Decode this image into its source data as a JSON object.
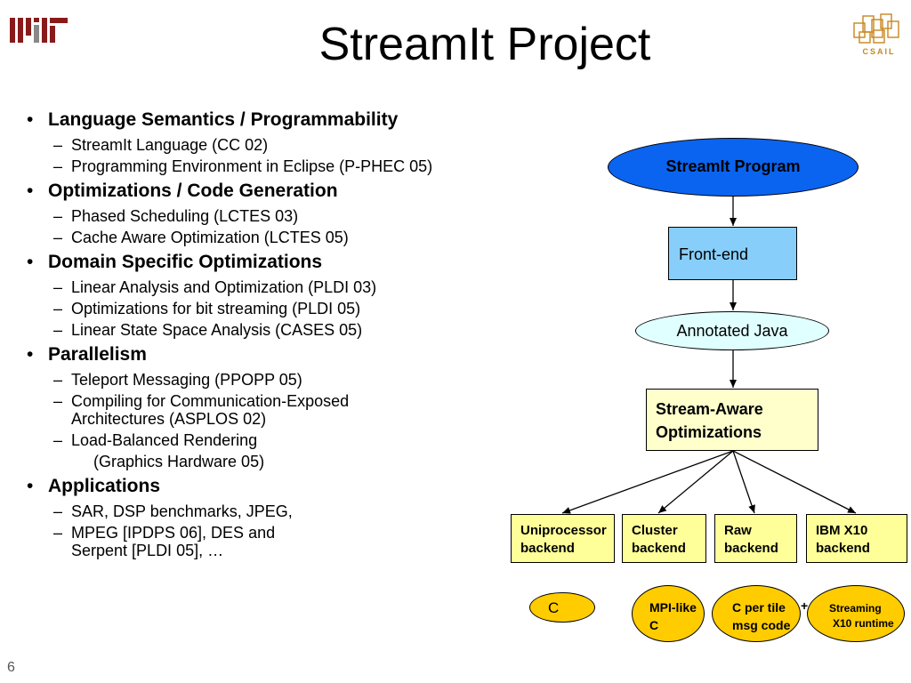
{
  "slide": {
    "title": "StreamIt Project",
    "number": "6",
    "mit_logo_text": "MIT",
    "csail_logo_text": "CSAIL"
  },
  "bullets": [
    {
      "label": "Language Semantics / Programmability",
      "items": [
        "StreamIt Language (CC 02)",
        "Programming Environment in Eclipse (P-PHEC 05)"
      ]
    },
    {
      "label": "Optimizations / Code Generation",
      "items": [
        "Phased Scheduling (LCTES 03)",
        "Cache Aware Optimization (LCTES 05)"
      ]
    },
    {
      "label": "Domain Specific Optimizations",
      "items": [
        "Linear Analysis and Optimization (PLDI 03)",
        "Optimizations for bit streaming (PLDI 05)",
        "Linear State Space Analysis (CASES 05)"
      ]
    },
    {
      "label": "Parallelism",
      "items": [
        "Teleport Messaging (PPOPP 05)",
        "Compiling for Communication-Exposed",
        "Architectures (ASPLOS 02)",
        "Load-Balanced Rendering",
        "(Graphics Hardware 05)"
      ]
    },
    {
      "label": "Applications",
      "items": [
        "SAR, DSP benchmarks, JPEG,",
        "MPEG [IPDPS 06], DES and",
        "Serpent [PLDI 05], …"
      ]
    }
  ],
  "diagram": {
    "program": "StreamIt Program",
    "frontend": "Front-end",
    "annotated": "Annotated Java",
    "optim_line1": "Stream-Aware",
    "optim_line2": "Optimizations",
    "backends": [
      {
        "line1": "Uniprocessor",
        "line2": "backend"
      },
      {
        "line1": "Cluster",
        "line2": "backend"
      },
      {
        "line1": "Raw",
        "line2": "backend"
      },
      {
        "line1": "IBM X10",
        "line2": "backend"
      }
    ],
    "outputs": {
      "c": "C",
      "mpi_line1": "MPI-like",
      "mpi_line2": "C",
      "cpertile_line1": "C per tile",
      "cpertile_line2": "msg code",
      "plus": "+",
      "x10_line1": "Streaming",
      "x10_line2": "X10 runtime"
    },
    "colors": {
      "program_fill": "#0a64f0",
      "frontend_fill": "#87cefa",
      "annotated_fill": "#e0ffff",
      "optim_fill": "#ffffcc",
      "backend_fill": "#ffff99",
      "output_fill": "#ffcc00"
    }
  }
}
